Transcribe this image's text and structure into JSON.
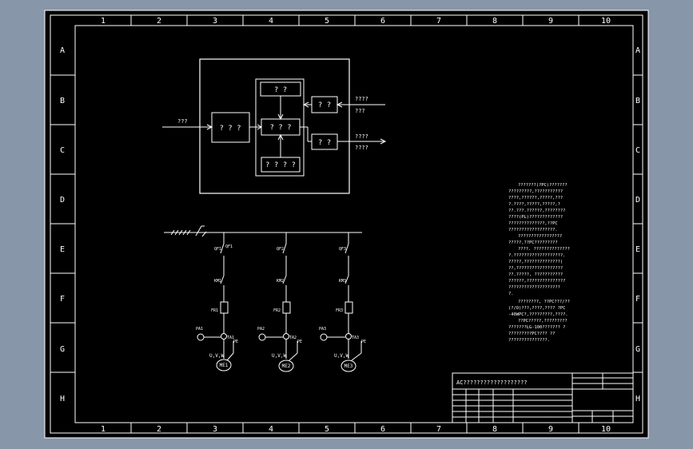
{
  "colors": {
    "outer_bg": "#8796a8",
    "sheet": "#000000",
    "line": "#ffffff"
  },
  "zones": {
    "columns": [
      "1",
      "2",
      "3",
      "4",
      "5",
      "6",
      "7",
      "8",
      "9",
      "10"
    ],
    "rows": [
      "A",
      "B",
      "C",
      "D",
      "E",
      "F",
      "G",
      "H"
    ]
  },
  "block_diagram": {
    "input_label": "???",
    "left_box": "? ? ?",
    "top_box": "?  ?",
    "center_box": "? ? ?",
    "bottom_box": "? ? ? ?",
    "right_top_box": "? ?",
    "right_bottom_box": "? ?",
    "right_top_label1": "????",
    "right_top_label2": "???",
    "right_bottom_label1": "????",
    "right_bottom_label2": "????"
  },
  "circuit": {
    "branches": [
      {
        "qf": "QF1",
        "km": "KM1",
        "fr": "FR1",
        "pa": "PA1",
        "ta": "TA1",
        "uvw": "U,V,W",
        "pe": "PE",
        "motor": "ME1"
      },
      {
        "qf": "QF2",
        "km": "KM2",
        "fr": "FR2",
        "pa": "PA2",
        "ta": "TA2",
        "uvw": "U,V,W",
        "pe": "PE",
        "motor": "ME2"
      },
      {
        "qf": "QF3",
        "km": "KM3",
        "fr": "FR3",
        "pa": "PA3",
        "ta": "TA3",
        "uvw": "U,V,W",
        "pe": "PE",
        "motor": "ME3"
      }
    ]
  },
  "notes": [
    "???????(?PC)???????",
    "?????????,???????????",
    "????,??????,?????,???",
    "?.????,?????,?????,?",
    "??.???.??????,????????",
    "????(PL)?????????????",
    "??????????????,??PC",
    "??????????????????.",
    "?????????????????",
    "?????,??PC?????????",
    "????. ??????????????",
    "?.???????????????????.",
    "?????,??????????????(",
    "??,??????????????????",
    "??.?????, ???????????",
    "??????,???????????????",
    "????????????????????",
    "?.",
    "????????, ??PC???/??",
    "(?/O)???,????,???? ?PC",
    "-40WPC?,?????????,????.",
    "??PC?????,?????????",
    "???????LG-100??????? ?",
    "?????????PC???? ??",
    "???????????????."
  ],
  "title_block": {
    "title": "AC???????????????????"
  }
}
